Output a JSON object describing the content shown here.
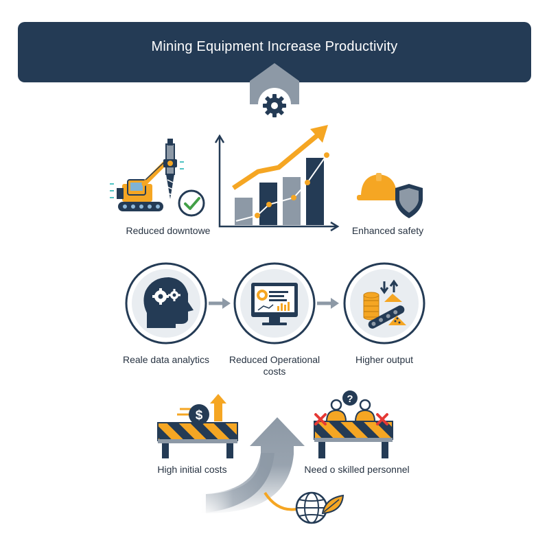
{
  "header": {
    "title": "Mining Equipment Increase Productivity"
  },
  "benefits": {
    "reduced_downtime": "Reduced downtowe",
    "enhanced_safety": "Enhanced safety"
  },
  "process": {
    "step1": "Reale data analytics",
    "step2_line1": "Reduced Operational",
    "step2_line2": "costs",
    "step3": "Higher output"
  },
  "challenges": {
    "initial_costs": "High initial costs",
    "skilled_personnel": "Need o skilled personnel"
  },
  "icons": {
    "gear": "gear-icon",
    "drill": "drill-rig-icon",
    "clock": "clock-check-icon",
    "chart": "growth-chart-icon",
    "helmet": "hard-hat-icon",
    "shield": "shield-icon",
    "brain": "head-gears-icon",
    "monitor": "monitor-dashboard-icon",
    "conveyor": "conveyor-output-icon",
    "dollar": "dollar-icon",
    "barrier": "road-barrier-icon",
    "people": "people-question-icon",
    "globe": "globe-leaf-icon"
  },
  "colors": {
    "navy": "#243b55",
    "orange": "#f5a623",
    "gray": "#8d99a6",
    "red": "#e53935",
    "green": "#43a047"
  }
}
